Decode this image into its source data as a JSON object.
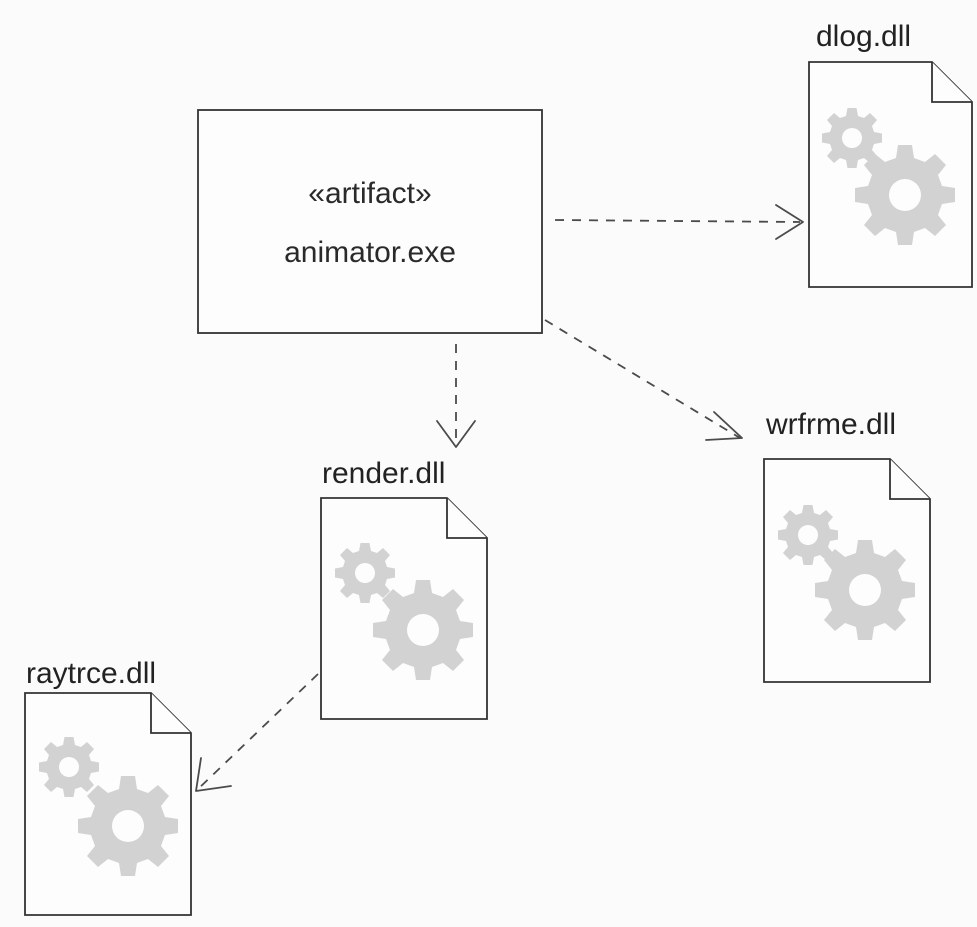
{
  "diagram": {
    "main_artifact": {
      "stereotype": "«artifact»",
      "name": "animator.exe"
    },
    "files": [
      {
        "name": "dlog.dll",
        "icon": "gears-icon"
      },
      {
        "name": "wrfrme.dll",
        "icon": "gears-icon"
      },
      {
        "name": "render.dll",
        "icon": "gears-icon"
      },
      {
        "name": "raytrce.dll",
        "icon": "gears-icon"
      }
    ],
    "dependencies": [
      {
        "from": "animator.exe",
        "to": "dlog.dll",
        "style": "dashed-open-arrow"
      },
      {
        "from": "animator.exe",
        "to": "wrfrme.dll",
        "style": "dashed-open-arrow"
      },
      {
        "from": "animator.exe",
        "to": "render.dll",
        "style": "dashed-open-arrow"
      },
      {
        "from": "render.dll",
        "to": "raytrce.dll",
        "style": "dashed-open-arrow"
      }
    ]
  }
}
